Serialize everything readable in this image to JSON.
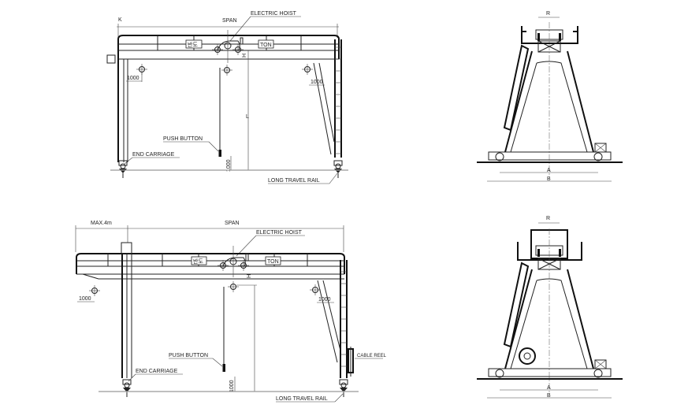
{
  "front_view_top": {
    "k_label": "K",
    "span_label": "SPAN",
    "electric_hoist": "ELECTRIC HOIST",
    "capacity_tag": "반도",
    "ton_tag": "TON",
    "height_label": "H",
    "lift_label": "L",
    "dim_1000_left": "1000",
    "dim_1000_right": "1000",
    "dim_1000_bottom": "1000",
    "push_button": "PUSH BUTTON",
    "end_carriage": "END CARRIAGE",
    "long_travel_rail": "LONG TRAVEL RAIL"
  },
  "front_view_bottom": {
    "cantilever_label": "MAX.4m",
    "span_label": "SPAN",
    "electric_hoist": "ELECTRIC HOIST",
    "capacity_tag": "반도",
    "ton_tag": "TON",
    "height_label": "H",
    "dim_1000_left": "1000",
    "dim_1000_right": "1000",
    "dim_1000_bottom": "1000",
    "push_button": "PUSH BUTTON",
    "end_carriage": "END CARRIAGE",
    "cable_reel": "CABLE REEL",
    "long_travel_rail": "LONG TRAVEL RAIL"
  },
  "side_view_top": {
    "r_label": "R",
    "a_label": "A",
    "b_label": "B"
  },
  "side_view_bottom": {
    "r_label": "R",
    "a_label": "A",
    "b_label": "B"
  }
}
